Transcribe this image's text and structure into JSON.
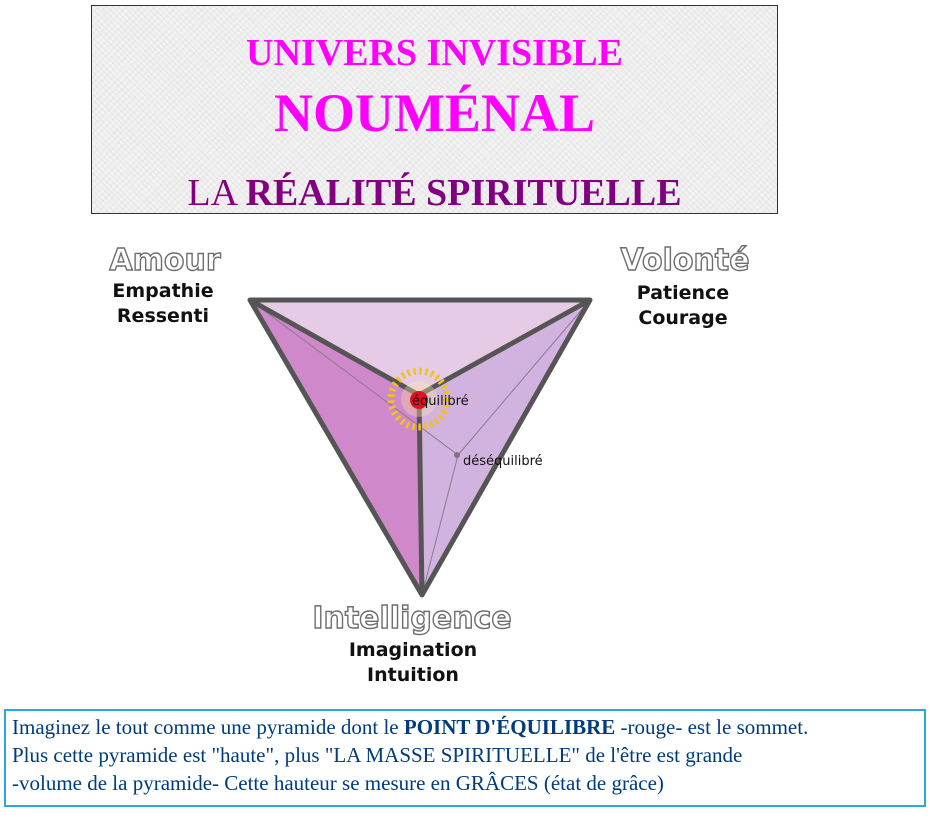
{
  "header": {
    "line1": "UNIVERS INVISIBLE",
    "line2": "NOUMÉNAL",
    "line3_prefix": "LA ",
    "line3_bold": "RÉALITÉ SPIRITUELLE"
  },
  "diagram": {
    "vertices": {
      "top_left": {
        "title": "Amour",
        "line1": "Empathie",
        "line2": "Ressenti"
      },
      "top_right": {
        "title": "Volonté",
        "line1": "Patience",
        "line2": "Courage"
      },
      "bottom": {
        "title": "Intelligence",
        "line1": "Imagination",
        "line2": "Intuition"
      }
    },
    "points": {
      "balanced": "équilibré",
      "unbalanced": "déséquilibré"
    },
    "colors": {
      "face_left": "#cf86c9",
      "face_top": "#e5c8e7",
      "face_right": "#d4b3df",
      "edge": "#555555",
      "balance_point": "#e01020",
      "halo": "#f2c21a"
    }
  },
  "description": {
    "l1_pre": "Imaginez le tout comme une pyramide dont le ",
    "l1_bold": "POINT D'ÉQUILIBRE",
    "l1_post": " -rouge- est le sommet.",
    "l2": "Plus cette pyramide est \"haute\", plus \"LA MASSE SPIRITUELLE\" de l'être est grande",
    "l3": "-volume de la pyramide- Cette hauteur se mesure en GRÂCES (état de grâce)"
  }
}
